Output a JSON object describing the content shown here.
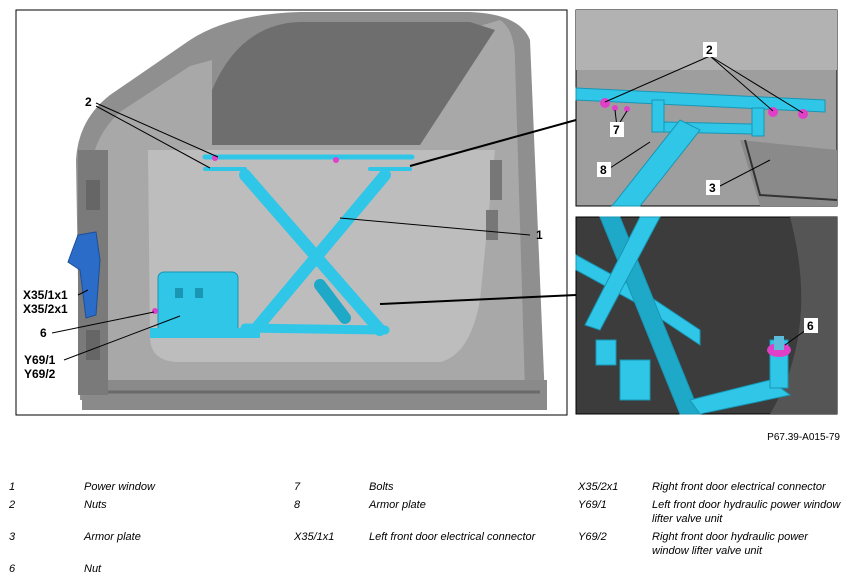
{
  "figure_id": "P67.39-A015-79",
  "callouts": {
    "main": {
      "c2": "2",
      "c1": "1",
      "cx35_1": "X35/1x1",
      "cx35_2": "X35/2x1",
      "c6": "6",
      "cy69_1": "Y69/1",
      "cy69_2": "Y69/2"
    },
    "detail_top": {
      "c2": "2",
      "c7": "7",
      "c8": "8",
      "c3": "3"
    },
    "detail_bottom": {
      "c6": "6"
    }
  },
  "legend": [
    {
      "c1": "1",
      "d1": "Power window",
      "c2": "7",
      "d2": "Bolts",
      "c3": "X35/2x1",
      "d3": "Right front door electrical connector"
    },
    {
      "c1": "2",
      "d1": "Nuts",
      "c2": "8",
      "d2": "Armor plate",
      "c3": "Y69/1",
      "d3": "Left front door hydraulic power window lifter valve unit"
    },
    {
      "c1": "3",
      "d1": "Armor plate",
      "c2": "X35/1x1",
      "d2": "Left front door electrical connector",
      "c3": "Y69/2",
      "d3": "Right front door hydraulic power window lifter valve unit"
    },
    {
      "c1": "6",
      "d1": "Nut",
      "c2": "",
      "d2": "",
      "c3": "",
      "d3": ""
    }
  ],
  "colors": {
    "cyan_part": "#2fc6e8",
    "magenta_fastener": "#e040c8",
    "door_gray": "#b4b4b4",
    "frame": "#000000"
  }
}
